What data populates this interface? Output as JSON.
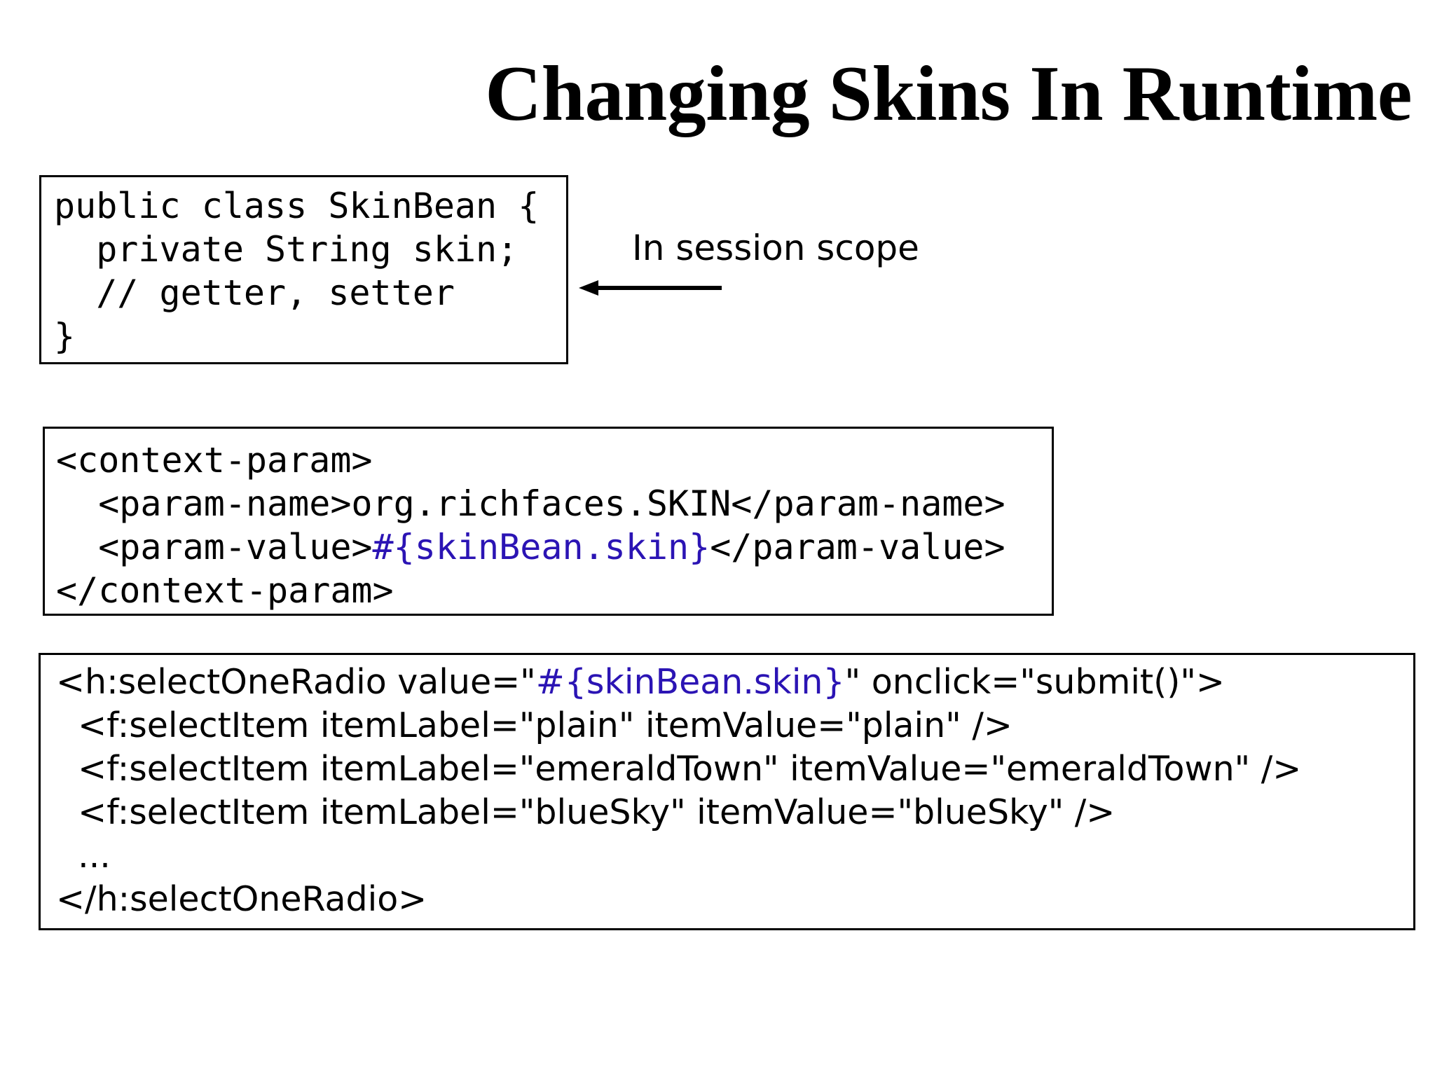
{
  "title": "Changing Skins In Runtime",
  "annotation": "In session scope",
  "colors": {
    "text": "#000000",
    "highlight": "#2b14b4",
    "background": "#ffffff"
  },
  "icons": {
    "arrow": "left-arrow-icon"
  },
  "java_code": {
    "lines": [
      "public class SkinBean {",
      "  private String skin;",
      "  // getter, setter",
      "}"
    ]
  },
  "xml_code": {
    "line1": "<context-param>",
    "line2": "  <param-name>org.richfaces.SKIN</param-name>",
    "line3_pre": "  <param-value>",
    "line3_expr": "#{skinBean.skin}",
    "line3_post": "</param-value>",
    "line4": "</context-param>"
  },
  "jsf_code": {
    "line1_pre": "<h:selectOneRadio value=\"",
    "line1_expr": "#{skinBean.skin}",
    "line1_post": "\" onclick=\"submit()\">",
    "line2": "  <f:selectItem itemLabel=\"plain\" itemValue=\"plain\" />",
    "line3": "  <f:selectItem itemLabel=\"emeraldTown\" itemValue=\"emeraldTown\" />",
    "line4": "  <f:selectItem itemLabel=\"blueSky\" itemValue=\"blueSky\" />",
    "line5": "  ...",
    "line6": "</h:selectOneRadio>"
  }
}
